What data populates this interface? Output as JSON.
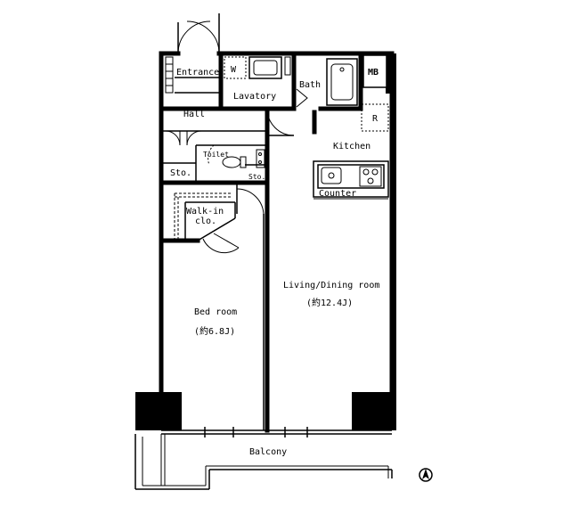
{
  "rooms": {
    "entrance": "Entrance",
    "w": "W",
    "lavatory": "Lavatory",
    "bath": "Bath",
    "mb": "MB",
    "hall": "Hall",
    "r": "R",
    "kitchen": "Kitchen",
    "toilet": "Toilet",
    "sto1": "Sto.",
    "sto2": "Sto.",
    "counter": "Counter",
    "walkin_line1": "Walk-in",
    "walkin_line2": "clo.",
    "living": "Living/Dining room",
    "living_size": "(約12.4J)",
    "bed": "Bed room",
    "bed_size": "(約6.8J)",
    "balcony": "Balcony"
  },
  "compass": "north-arrow-icon"
}
